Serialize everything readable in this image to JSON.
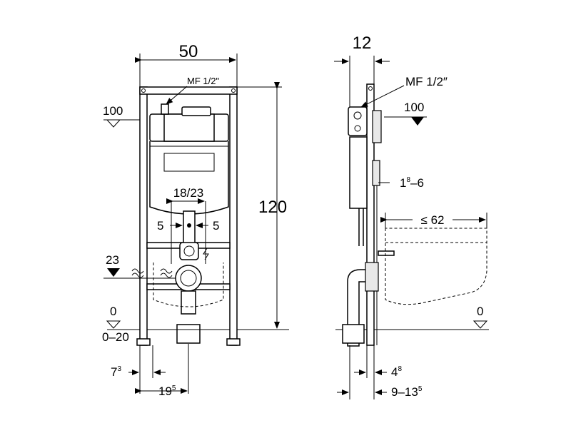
{
  "front_view": {
    "width_label": "50",
    "flush_pipe_label": "MF 1/2\"",
    "top_level_label": "100",
    "height_label": "120",
    "outlet_spacing_label": "18/23",
    "left_offset_label": "5",
    "right_offset_label": "5",
    "waste_level_label": "23",
    "floor_level_label": "0",
    "floor_range_label": "0–20",
    "foot_offset_label": "7",
    "foot_offset_sup": "3",
    "center_offset_label": "19",
    "center_offset_sup": "5"
  },
  "side_view": {
    "depth_label": "12",
    "flush_pipe_label": "MF 1/2″",
    "top_level_label": "100",
    "wall_range_prefix": "1",
    "wall_range_sup": "8",
    "wall_range_suffix": "–6",
    "bowl_projection_label": "≤ 62",
    "floor_level_label": "0",
    "foot_depth_label": "4",
    "foot_depth_sup": "8",
    "adjust_range_label": "9–13",
    "adjust_range_sup": "5"
  }
}
